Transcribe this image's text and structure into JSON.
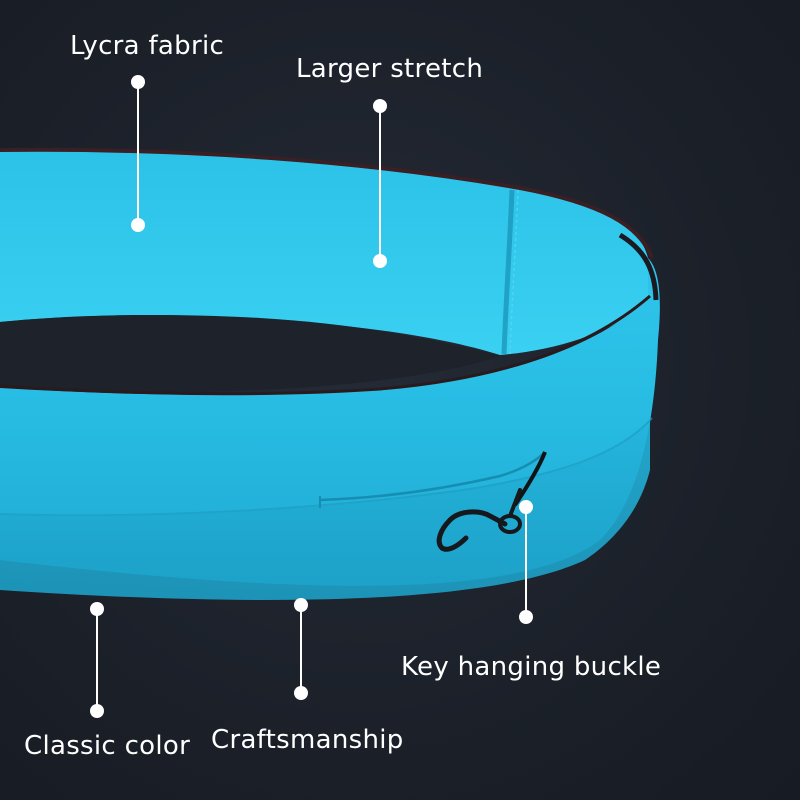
{
  "callouts": {
    "lycra_fabric": "Lycra fabric",
    "larger_stretch": "Larger stretch",
    "key_hanging_buckle": "Key hanging buckle",
    "classic_color": "Classic color",
    "craftsmanship": "Craftsmanship"
  },
  "colors": {
    "background": "#1b2029",
    "belt": "#2cc3e8",
    "callout": "#ffffff"
  }
}
